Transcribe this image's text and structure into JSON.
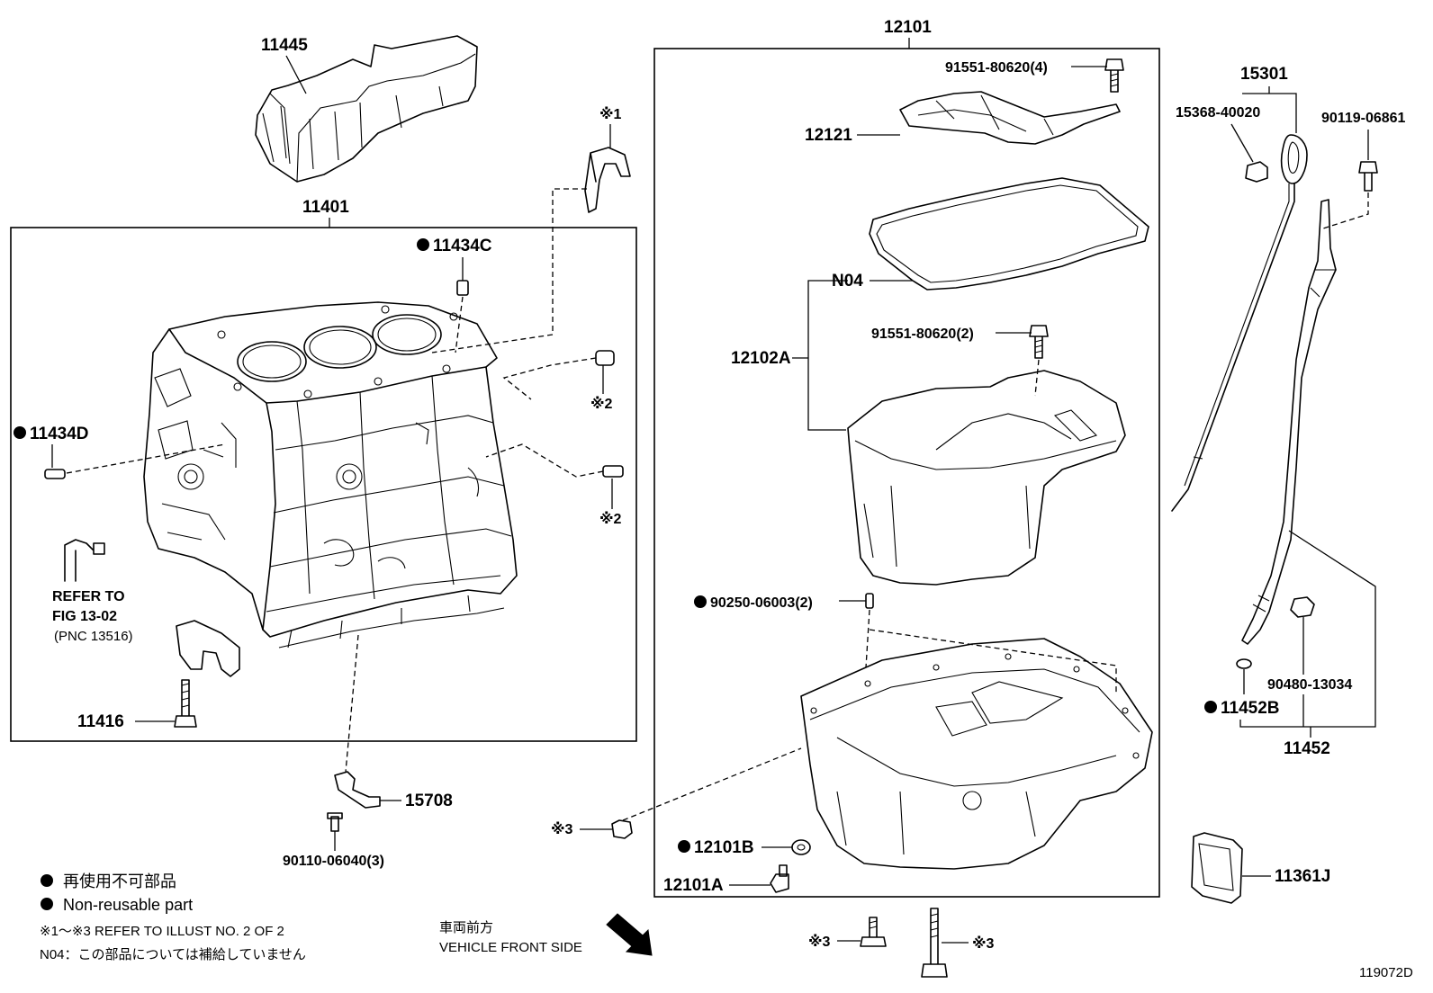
{
  "diagram_id": "119072D",
  "callouts": {
    "p11445": "11445",
    "p11401": "11401",
    "p11434C": "11434C",
    "p11434D": "11434D",
    "refer_line1": "REFER TO",
    "refer_line2": "FIG 13-02",
    "refer_line3": "(PNC 13516)",
    "p11416": "11416",
    "p15708": "15708",
    "p90110": "90110-06040(3)",
    "ref1": "※1",
    "ref2a": "※2",
    "ref2b": "※2",
    "p12101": "12101",
    "p91551a": "91551-80620(4)",
    "p12121": "12121",
    "pN04": "N04",
    "p91551b": "91551-80620(2)",
    "p12102A": "12102A",
    "p90250": "90250-06003(2)",
    "ref3a": "※3",
    "p12101B": "12101B",
    "p12101A": "12101A",
    "ref3b": "※3",
    "ref3c": "※3",
    "p15301": "15301",
    "p15368": "15368-40020",
    "p90119": "90119-06861",
    "p90480": "90480-13034",
    "p11452B": "11452B",
    "p11452": "11452",
    "p11361J": "11361J"
  },
  "legend": {
    "jp_nonreuse": "再使用不可部品",
    "en_nonreuse": "Non-reusable part",
    "refer_illust": "※1～※3  REFER TO ILLUST NO. 2 OF 2",
    "n04_note": "N04：この部品については補給していません"
  },
  "front_side": {
    "jp": "車両前方",
    "en": "VEHICLE FRONT SIDE"
  }
}
